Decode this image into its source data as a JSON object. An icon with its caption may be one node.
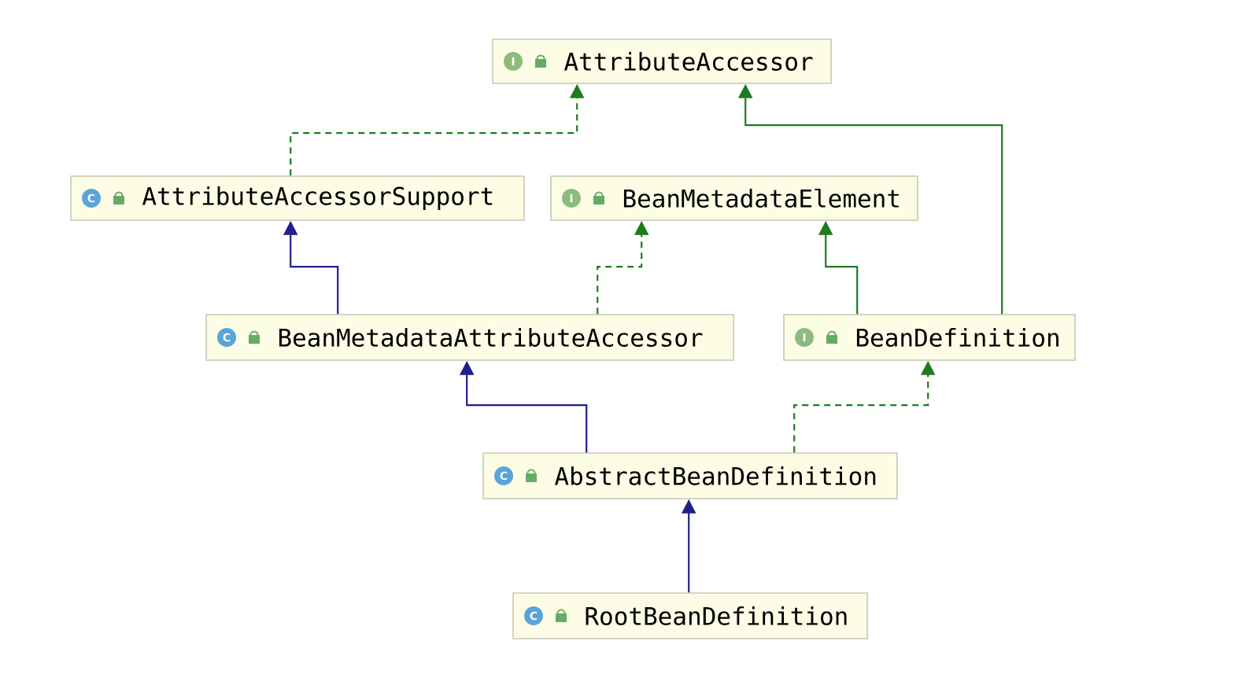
{
  "diagram": {
    "nodes": [
      {
        "text": [
          "I",
          "AttributeAccessor"
        ]
      },
      {
        "text": [
          "C",
          "AttributeAccessorSupport"
        ]
      },
      {
        "text": [
          "I",
          "BeanMetadataElement"
        ]
      },
      {
        "text": [
          "C",
          "BeanMetadataAttributeAccessor"
        ]
      },
      {
        "text": [
          "I",
          "BeanDefinition"
        ]
      },
      {
        "text": [
          "C",
          "AbstractBeanDefinition"
        ]
      },
      {
        "text": [
          "C",
          "RootBeanDefinition"
        ]
      }
    ],
    "edges": [
      {
        "from": 1,
        "to": 0,
        "arrow": "to",
        "style": "dashed"
      },
      {
        "from": 4,
        "to": 0,
        "arrow": "to"
      },
      {
        "from": 3,
        "to": 1,
        "arrow": "to",
        "color": "#1f1f8f"
      },
      {
        "from": 3,
        "to": 2,
        "arrow": "to",
        "style": "dashed"
      },
      {
        "from": 4,
        "to": 2,
        "arrow": "to"
      },
      {
        "from": 5,
        "to": 3,
        "arrow": "to",
        "color": "#1f1f8f"
      },
      {
        "from": 5,
        "to": 4,
        "arrow": "to",
        "style": "dashed"
      },
      {
        "from": 6,
        "to": 5,
        "arrow": "to",
        "color": "#1f1f8f"
      }
    ]
  }
}
